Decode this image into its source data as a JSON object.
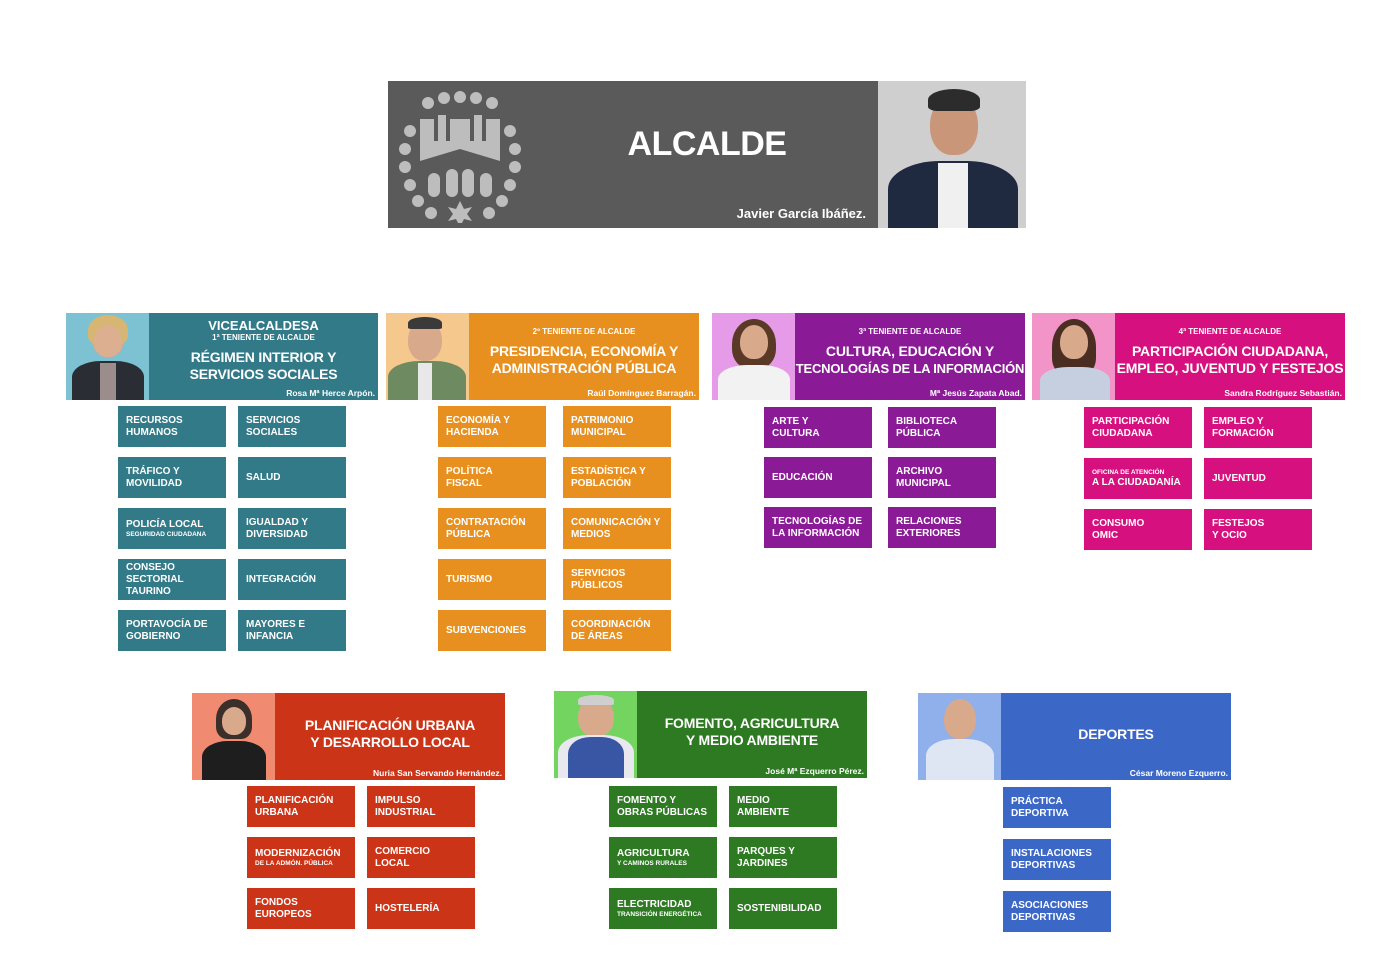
{
  "mayor": {
    "title": "ALCALDE",
    "name": "Javier García Ibáñez.",
    "color": "#5a5a5a"
  },
  "areas": [
    {
      "id": "vicealcaldesa",
      "role": "VICEALCALDESA",
      "rank": "1ª TENIENTE DE ALCALDE",
      "department_line1": "RÉGIMEN INTERIOR Y",
      "department_line2": "SERVICIOS SOCIALES",
      "name": "Rosa Mª Herce Arpón.",
      "color": "#327a88",
      "photo_bg": "#7cc2d2",
      "items": [
        {
          "l1": "RECURSOS",
          "l2": "HUMANOS",
          "small": ""
        },
        {
          "l1": "SERVICIOS",
          "l2": "SOCIALES",
          "small": ""
        },
        {
          "l1": "TRÁFICO Y",
          "l2": "MOVILIDAD",
          "small": ""
        },
        {
          "l1": "SALUD",
          "l2": "",
          "small": ""
        },
        {
          "l1": "POLICÍA LOCAL",
          "l2": "",
          "small": "SEGURIDAD CIUDADANA"
        },
        {
          "l1": "IGUALDAD Y",
          "l2": "DIVERSIDAD",
          "small": ""
        },
        {
          "l1": "CONSEJO SECTORIAL",
          "l2": "TAURINO",
          "small": ""
        },
        {
          "l1": "INTEGRACIÓN",
          "l2": "",
          "small": ""
        },
        {
          "l1": "PORTAVOCÍA DE",
          "l2": "GOBIERNO",
          "small": ""
        },
        {
          "l1": "MAYORES E",
          "l2": "INFANCIA",
          "small": ""
        }
      ]
    },
    {
      "id": "presidencia",
      "role": "",
      "rank": "2º TENIENTE DE ALCALDE",
      "department_line1": "PRESIDENCIA, ECONOMÍA Y",
      "department_line2": "ADMINISTRACIÓN PÚBLICA",
      "name": "Raúl Domínguez Barragán.",
      "color": "#e8901f",
      "photo_bg": "#f5c98e",
      "items": [
        {
          "l1": "ECONOMÍA Y",
          "l2": "HACIENDA",
          "small": ""
        },
        {
          "l1": "PATRIMONIO",
          "l2": "MUNICIPAL",
          "small": ""
        },
        {
          "l1": "POLÍTICA",
          "l2": "FISCAL",
          "small": ""
        },
        {
          "l1": "ESTADÍSTICA Y",
          "l2": "POBLACIÓN",
          "small": ""
        },
        {
          "l1": "CONTRATACIÓN",
          "l2": "PÚBLICA",
          "small": ""
        },
        {
          "l1": "COMUNICACIÓN Y",
          "l2": "MEDIOS",
          "small": ""
        },
        {
          "l1": "TURISMO",
          "l2": "",
          "small": ""
        },
        {
          "l1": "SERVICIOS",
          "l2": "PÚBLICOS",
          "small": ""
        },
        {
          "l1": "SUBVENCIONES",
          "l2": "",
          "small": ""
        },
        {
          "l1": "COORDINACIÓN",
          "l2": "DE ÁREAS",
          "small": ""
        }
      ]
    },
    {
      "id": "cultura",
      "role": "",
      "rank": "3ª TENIENTE DE ALCALDE",
      "department_line1": "CULTURA, EDUCACIÓN Y",
      "department_line2": "TECNOLOGÍAS DE LA INFORMACIÓN",
      "name": "Mª Jesús Zapata Abad.",
      "color": "#8b1a96",
      "photo_bg": "#e69be8",
      "items": [
        {
          "l1": "ARTE Y",
          "l2": "CULTURA",
          "small": ""
        },
        {
          "l1": "BIBLIOTECA",
          "l2": "PÚBLICA",
          "small": ""
        },
        {
          "l1": "EDUCACIÓN",
          "l2": "",
          "small": ""
        },
        {
          "l1": "ARCHIVO",
          "l2": "MUNICIPAL",
          "small": ""
        },
        {
          "l1": "TECNOLOGÍAS DE",
          "l2": "LA INFORMACIÓN",
          "small": ""
        },
        {
          "l1": "RELACIONES",
          "l2": "EXTERIORES",
          "small": ""
        }
      ]
    },
    {
      "id": "participacion",
      "role": "",
      "rank": "4ª TENIENTE DE ALCALDE",
      "department_line1": "PARTICIPACIÓN CIUDADANA,",
      "department_line2": "EMPLEO, JUVENTUD Y FESTEJOS",
      "name": "Sandra Rodríguez Sebastián.",
      "color": "#d6107e",
      "photo_bg": "#f294c7",
      "items": [
        {
          "l1": "PARTICIPACIÓN",
          "l2": "CIUDADANA",
          "small": ""
        },
        {
          "l1": "EMPLEO Y",
          "l2": "FORMACIÓN",
          "small": ""
        },
        {
          "l1": "",
          "l2": "A LA CIUDADANÍA",
          "small": "OFICINA DE ATENCIÓN"
        },
        {
          "l1": "JUVENTUD",
          "l2": "",
          "small": ""
        },
        {
          "l1": "CONSUMO",
          "l2": "OMIC",
          "small": ""
        },
        {
          "l1": "FESTEJOS",
          "l2": "Y OCIO",
          "small": ""
        }
      ]
    },
    {
      "id": "planificacion",
      "role": "",
      "rank": "",
      "department_line1": "PLANIFICACIÓN URBANA",
      "department_line2": "Y DESARROLLO LOCAL",
      "name": "Nuria San Servando Hernández.",
      "color": "#cc3417",
      "photo_bg": "#f08a70",
      "items": [
        {
          "l1": "PLANIFICACIÓN",
          "l2": "URBANA",
          "small": ""
        },
        {
          "l1": "IMPULSO",
          "l2": "INDUSTRIAL",
          "small": ""
        },
        {
          "l1": "MODERNIZACIÓN",
          "l2": "",
          "small": "DE LA ADMÓN. PÚBLICA"
        },
        {
          "l1": "COMERCIO",
          "l2": "LOCAL",
          "small": ""
        },
        {
          "l1": "FONDOS",
          "l2": "EUROPEOS",
          "small": ""
        },
        {
          "l1": "HOSTELERÍA",
          "l2": "",
          "small": ""
        }
      ]
    },
    {
      "id": "fomento",
      "role": "",
      "rank": "",
      "department_line1": "FOMENTO, AGRICULTURA",
      "department_line2": "Y MEDIO AMBIENTE",
      "name": "José Mª Ezquerro Pérez.",
      "color": "#2d7a22",
      "photo_bg": "#74d460",
      "items": [
        {
          "l1": "FOMENTO Y",
          "l2": "OBRAS PÚBLICAS",
          "small": ""
        },
        {
          "l1": "MEDIO",
          "l2": "AMBIENTE",
          "small": ""
        },
        {
          "l1": "AGRICULTURA",
          "l2": "",
          "small": "Y CAMINOS RURALES"
        },
        {
          "l1": "PARQUES Y",
          "l2": "JARDINES",
          "small": ""
        },
        {
          "l1": "ELECTRICIDAD",
          "l2": "",
          "small": "TRANSICIÓN ENERGÉTICA"
        },
        {
          "l1": "SOSTENIBILIDAD",
          "l2": "",
          "small": ""
        }
      ]
    },
    {
      "id": "deportes",
      "role": "",
      "rank": "",
      "department_line1": "DEPORTES",
      "department_line2": "",
      "name": "César Moreno Ezquerro.",
      "color": "#3b67c7",
      "photo_bg": "#8fb0ea",
      "items": [
        {
          "l1": "PRÁCTICA",
          "l2": "DEPORTIVA",
          "small": ""
        },
        {
          "l1": "INSTALACIONES",
          "l2": "DEPORTIVAS",
          "small": ""
        },
        {
          "l1": "ASOCIACIONES",
          "l2": "DEPORTIVAS",
          "small": ""
        }
      ]
    }
  ]
}
